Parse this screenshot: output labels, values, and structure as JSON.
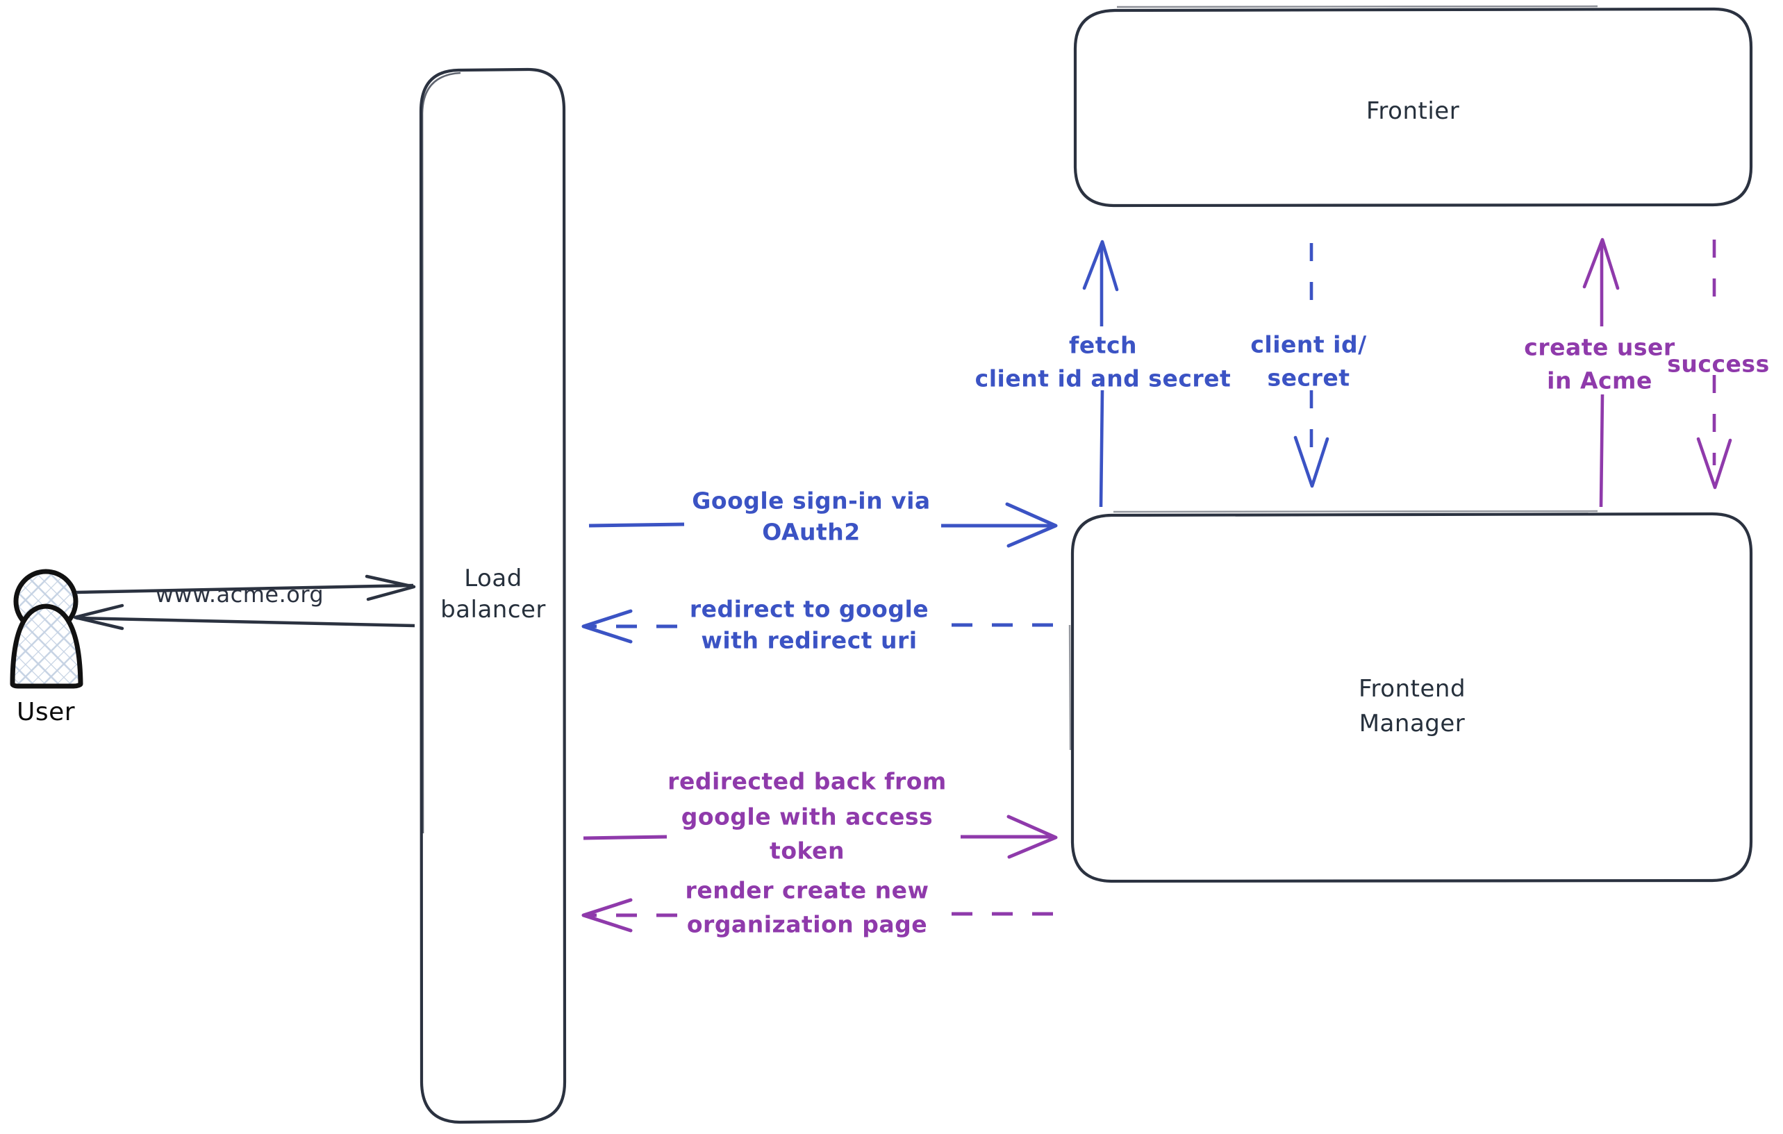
{
  "diagram": {
    "title": "Google OAuth2 sign-in sequence",
    "background": "#ffffff",
    "colors": {
      "stroke_dark": "#2b3240",
      "blue": "#3b53c4",
      "purple": "#8f3aab",
      "actor_fill_hatch": "#c8d4e4",
      "actor_stroke": "#111111"
    }
  },
  "actors": [
    {
      "id": "user",
      "name": "User",
      "label": "User",
      "icon": "user-actor-icon",
      "shape": "person-with-hatch-fill"
    }
  ],
  "nodes": [
    {
      "id": "load-balancer",
      "label": "Load\nbalancer",
      "line1": "Load",
      "line2": "balancer",
      "shape": "rounded-rectangle",
      "orientation": "vertical-tall"
    },
    {
      "id": "frontier",
      "label": "Frontier",
      "line1": "Frontier",
      "line2": "",
      "shape": "rounded-rectangle",
      "orientation": "horizontal-wide"
    },
    {
      "id": "frontend-manager",
      "label": "Frontend\nManager",
      "line1": "Frontend",
      "line2": "Manager",
      "shape": "rounded-rectangle",
      "orientation": "square"
    }
  ],
  "edges": [
    {
      "id": "user-to-lb",
      "label": "www.acme.org",
      "from": "user",
      "to": "load-balancer",
      "color": "#2b3240",
      "style": "solid",
      "direction": "right"
    },
    {
      "id": "lb-to-user",
      "label": "",
      "from": "load-balancer",
      "to": "user",
      "color": "#2b3240",
      "style": "solid",
      "direction": "left"
    },
    {
      "id": "lb-to-fm-signin",
      "label": "Google sign-in via\nOAuth2",
      "line1": "Google sign-in via",
      "line2": "OAuth2",
      "line3": "",
      "from": "load-balancer",
      "to": "frontend-manager",
      "color": "#3b53c4",
      "style": "solid",
      "direction": "right"
    },
    {
      "id": "fm-to-lb-redirect",
      "label": "redirect to google\nwith redirect uri",
      "line1": "redirect to google",
      "line2": "with redirect uri",
      "line3": "",
      "from": "frontend-manager",
      "to": "load-balancer",
      "color": "#3b53c4",
      "style": "dashed",
      "direction": "left"
    },
    {
      "id": "lb-to-fm-token",
      "label": "redirected back from\ngoogle with access\ntoken",
      "line1": "redirected back from",
      "line2": "google with access",
      "line3": "token",
      "from": "load-balancer",
      "to": "frontend-manager",
      "color": "#8f3aab",
      "style": "solid",
      "direction": "right"
    },
    {
      "id": "fm-to-lb-render",
      "label": "render create new\norganization page",
      "line1": "render create new",
      "line2": "organization page",
      "line3": "",
      "from": "frontend-manager",
      "to": "load-balancer",
      "color": "#8f3aab",
      "style": "dashed",
      "direction": "left"
    },
    {
      "id": "fm-to-frontier-fetch",
      "label": "fetch\nclient id and secret",
      "line1": "fetch",
      "line2": "client id and secret",
      "from": "frontend-manager",
      "to": "frontier",
      "color": "#3b53c4",
      "style": "solid",
      "direction": "up"
    },
    {
      "id": "frontier-to-fm-creds",
      "label": "client id/\nsecret",
      "line1": "client id/",
      "line2": "secret",
      "from": "frontier",
      "to": "frontend-manager",
      "color": "#3b53c4",
      "style": "dashed",
      "direction": "down"
    },
    {
      "id": "fm-to-frontier-create",
      "label": "create user\nin Acme",
      "line1": "create user",
      "line2": "in Acme",
      "from": "frontend-manager",
      "to": "frontier",
      "color": "#8f3aab",
      "style": "solid",
      "direction": "up"
    },
    {
      "id": "frontier-to-fm-success",
      "label": "success",
      "line1": "success",
      "line2": "",
      "from": "frontier",
      "to": "frontend-manager",
      "color": "#8f3aab",
      "style": "dashed",
      "direction": "down"
    }
  ]
}
